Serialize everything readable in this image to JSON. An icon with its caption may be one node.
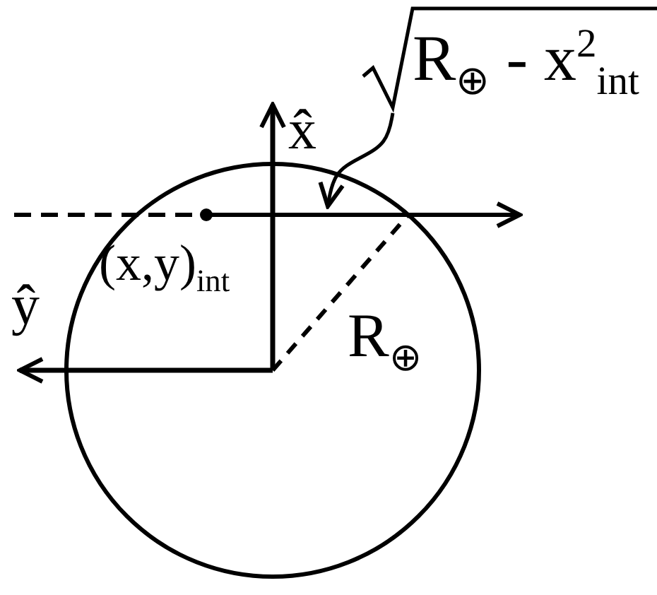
{
  "diagram": {
    "nodes": [
      {
        "text": [
          "R$_{⊕}$ - x$^{2}$$_{int}$"
        ]
      },
      {
        "text": [],
        "shape": "line"
      }
    ],
    "edges": [
      {
        "from": 0,
        "to": 1,
        "arrow": "to"
      }
    ],
    "labels": [
      "x̂",
      "(x,y)$_{int}$",
      "ŷ",
      "R$_{⊕}$"
    ]
  }
}
